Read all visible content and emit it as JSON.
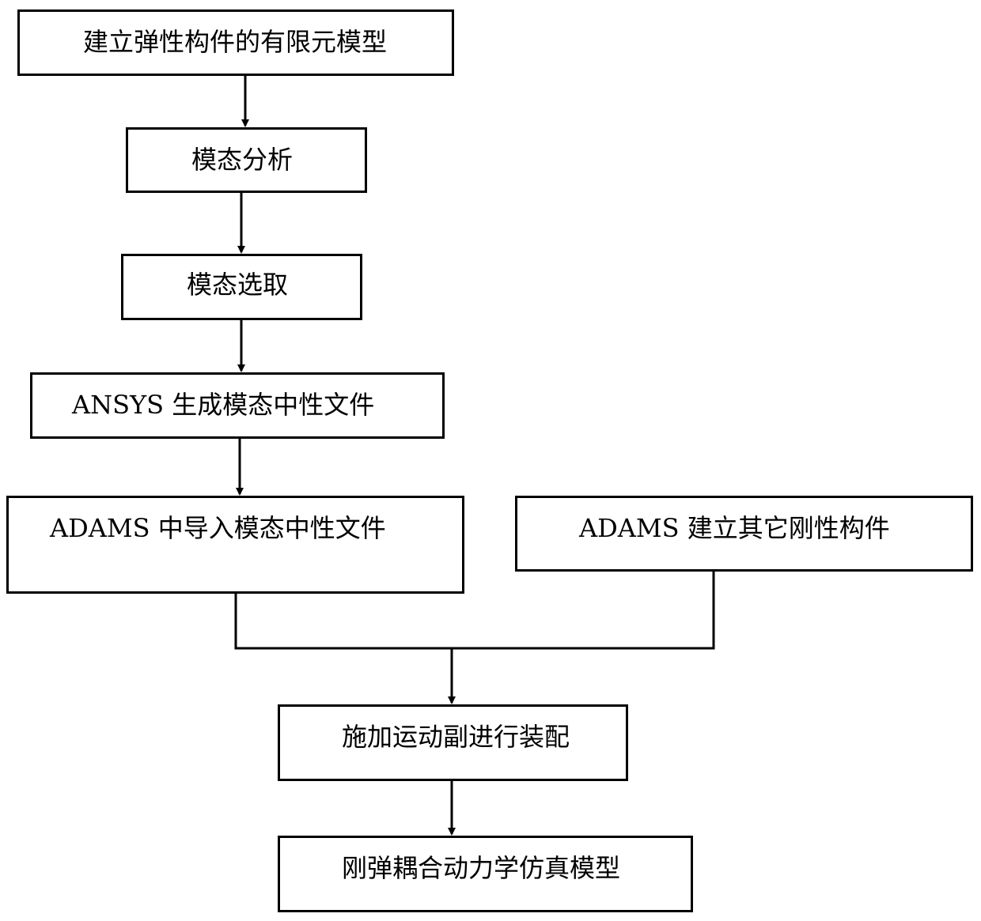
{
  "steps": {
    "fe_model": "建立弹性构件的有限元模型",
    "modal_analysis": "模态分析",
    "modal_selection": "模态选取",
    "ansys_mnf": "ANSYS 生成模态中性文件",
    "adams_import": "ADAMS 中导入模态中性文件",
    "adams_rigid": "ADAMS 建立其它刚性构件",
    "assembly": "施加运动副进行装配",
    "final_model": "刚弹耦合动力学仿真模型"
  }
}
